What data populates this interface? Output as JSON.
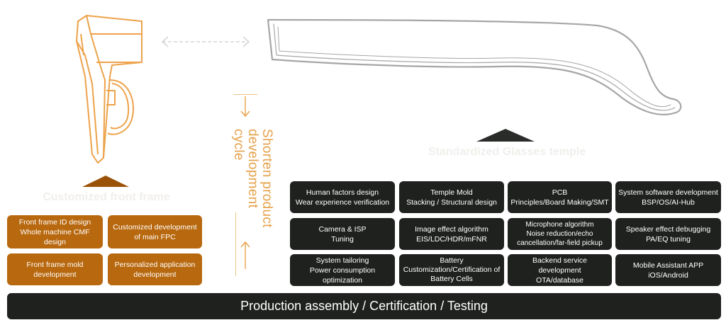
{
  "front_frame": {
    "heading": "Customized front frame",
    "boxes": [
      "Front frame ID design\nWhole machine CMF design",
      "Customized development of main FPC",
      "Front frame mold\ndevelopment",
      "Personalized application\ndevelopment"
    ]
  },
  "temple": {
    "heading": "Standardized Glasses temple",
    "boxes": [
      "Human factors design\nWear experience verification",
      "Temple Mold\nStacking / Structural design",
      "PCB\nPrinciples/Board Making/SMT",
      "System software development\nBSP/OS/AI-Hub",
      "Camera & ISP\nTuning",
      "Image effect algorithm\nEIS/LDC/HDR/mFNR",
      "Microphone algorithm\nNoise reduction/echo cancellation/far-field pickup",
      "Speaker effect debugging\nPA/EQ tuning",
      "System tailoring\nPower consumption optimization",
      "Battery\nCustomization/Certification of Battery Cells",
      "Backend service development\nOTA/database",
      "Mobile Assistant APP\niOS/Android"
    ]
  },
  "cycle_label": "Shorten product development cycle",
  "bottom_bar": "Production assembly / Certification / Testing",
  "colors": {
    "orange_box": "#b8680e",
    "dark_box": "#1f211f",
    "accent": "#e6a24c",
    "arrow_orange": "#9a5208",
    "arrow_dark": "#2a2c2a"
  }
}
